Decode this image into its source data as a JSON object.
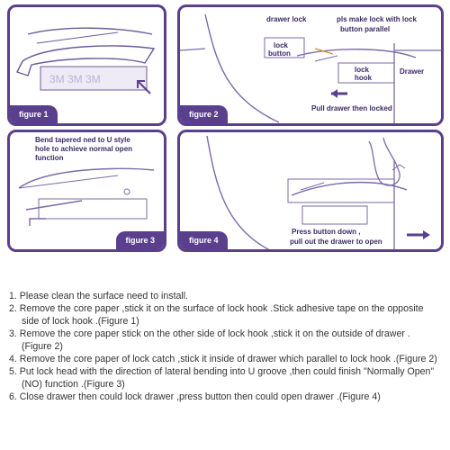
{
  "figures": {
    "f1": {
      "tag": "figure 1"
    },
    "f2": {
      "tag": "figure 2",
      "drawer_lock": "drawer lock",
      "parallel_note_1": "pls make lock with lock",
      "parallel_note_2": "button parallel",
      "lock_button_1": "lock",
      "lock_button_2": "button",
      "lock_hook_1": "lock",
      "lock_hook_2": "hook",
      "drawer": "Drawer",
      "pull_note": "Pull drawer then locked"
    },
    "f3": {
      "tag": "figure 3",
      "bend_1": "Bend tapered ned to U style",
      "bend_2": "hole to achieve normal open",
      "bend_3": "function"
    },
    "f4": {
      "tag": "figure 4",
      "press_1": "Press button down ,",
      "press_2": "pull out the drawer to open"
    }
  },
  "instructions": [
    {
      "line1": "1.  Please clean the surface need to install.",
      "line2": ""
    },
    {
      "line1": "2. Remove the core paper ,stick it on the surface of lock hook .Stick adhesive tape on the opposite",
      "line2": "side of lock hook .(Figure 1)"
    },
    {
      "line1": "3. Remove the core paper stick on the other side of lock hook ,stick it on the outside of drawer .",
      "line2": "(Figure 2)"
    },
    {
      "line1": "4. Remove the core paper of lock catch ,stick it inside of drawer which parallel to lock hook .(Figure 2)",
      "line2": ""
    },
    {
      "line1": "5. Put lock head with the direction of lateral bending into U groove ,then could finish \"Normally Open\"",
      "line2": "(NO) function .(Figure 3)"
    },
    {
      "line1": "6. Close drawer then could lock drawer ,press button then could open drawer .(Figure 4)",
      "line2": ""
    }
  ],
  "colors": {
    "accent": "#5a3f8c",
    "arrow": "#5a3f8c"
  }
}
